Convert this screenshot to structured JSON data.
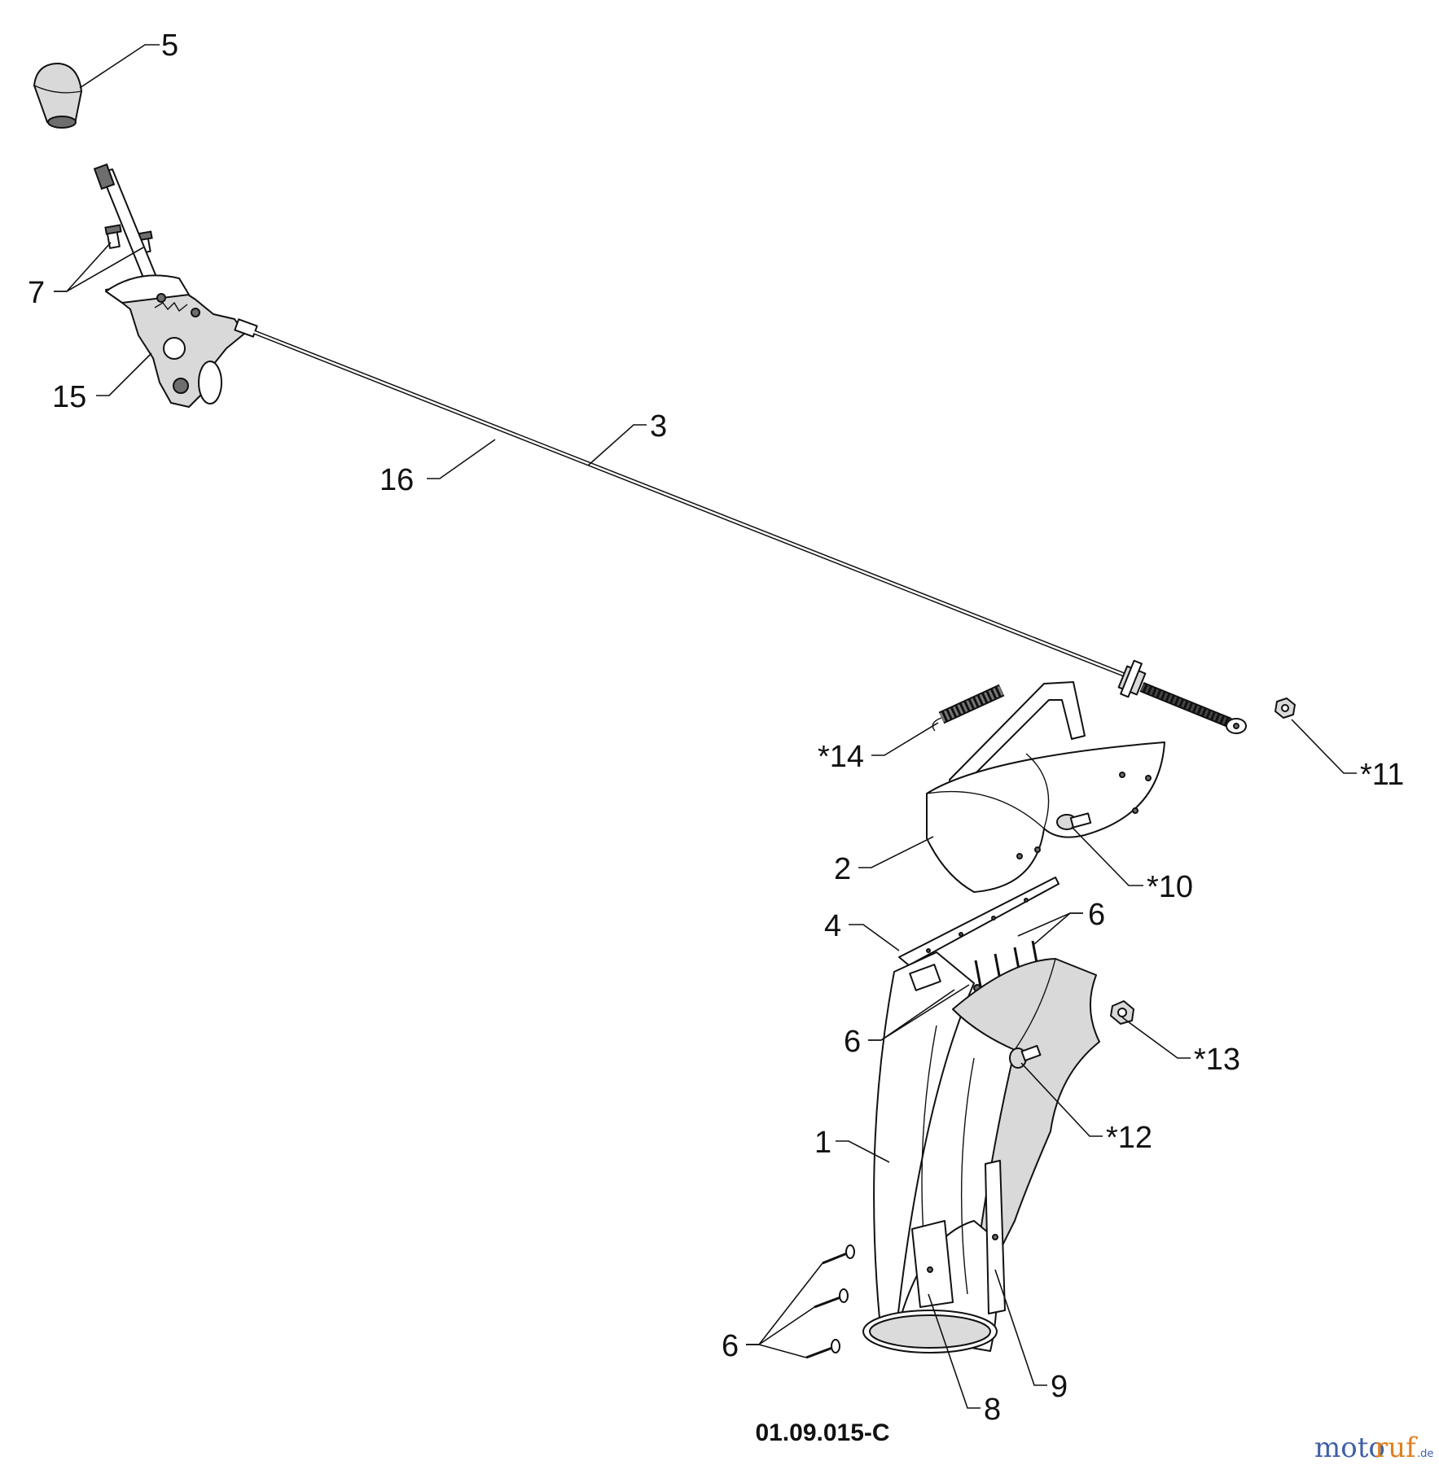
{
  "diagram": {
    "drawing_code": "01.09.015-C",
    "callouts": [
      {
        "id": "5",
        "label": "5"
      },
      {
        "id": "7",
        "label": "7"
      },
      {
        "id": "15",
        "label": "15"
      },
      {
        "id": "16",
        "label": "16"
      },
      {
        "id": "3",
        "label": "3"
      },
      {
        "id": "14",
        "label": "*14"
      },
      {
        "id": "11",
        "label": "*11"
      },
      {
        "id": "2",
        "label": "2"
      },
      {
        "id": "10",
        "label": "*10"
      },
      {
        "id": "4",
        "label": "4"
      },
      {
        "id": "6a",
        "label": "6"
      },
      {
        "id": "6b",
        "label": "6"
      },
      {
        "id": "13",
        "label": "*13"
      },
      {
        "id": "1",
        "label": "1"
      },
      {
        "id": "12",
        "label": "*12"
      },
      {
        "id": "6c",
        "label": "6"
      },
      {
        "id": "8",
        "label": "8"
      },
      {
        "id": "9",
        "label": "9"
      }
    ]
  },
  "watermark": {
    "part1": "moto",
    "part2": "ruf",
    "suffix": ".de"
  }
}
